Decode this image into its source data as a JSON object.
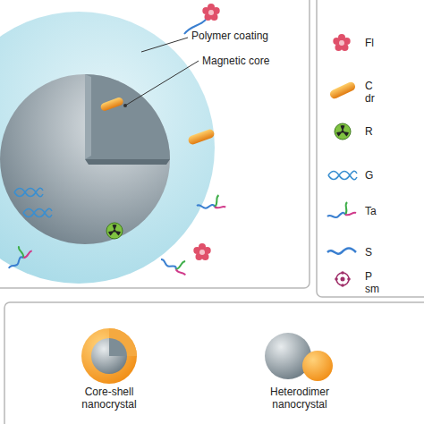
{
  "diagram": {
    "labels": [
      "Polymer coating",
      "Magnetic core",
      "Core-shell nanocrystal",
      "Heterodimer nanocrystal"
    ],
    "legend": [
      {
        "text": "Fl"
      },
      {
        "text": "C dr"
      },
      {
        "text": "R"
      },
      {
        "text": "G"
      },
      {
        "text": "Ta"
      },
      {
        "text": "S"
      },
      {
        "text": "P sm"
      }
    ]
  }
}
